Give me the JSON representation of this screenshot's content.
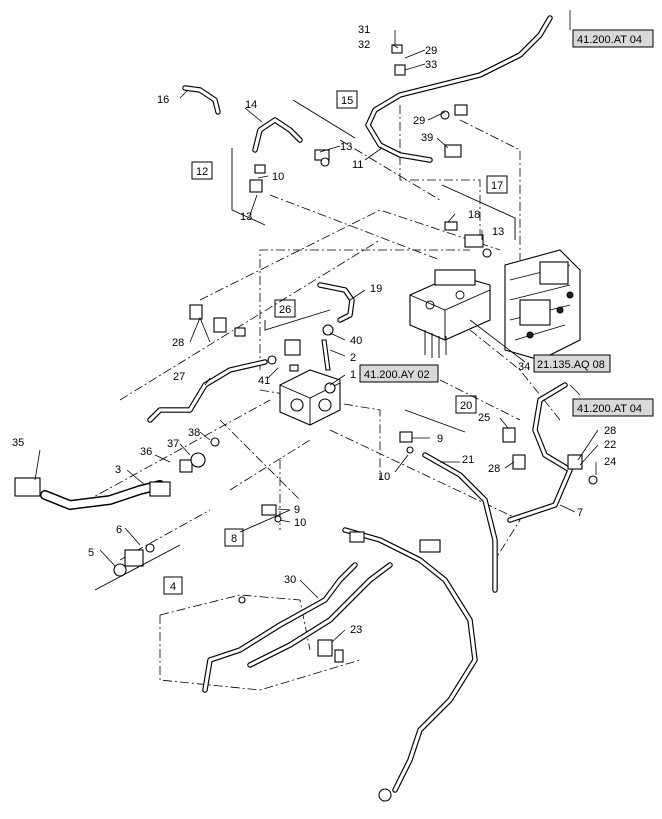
{
  "callouts": {
    "c1": "1",
    "c2": "2",
    "c3": "3",
    "c4": "4",
    "c5": "5",
    "c6": "6",
    "c7": "7",
    "c8": "8",
    "c9a": "9",
    "c9b": "9",
    "c10a": "10",
    "c10b": "10",
    "c10c": "10",
    "c11": "11",
    "c12": "12",
    "c13a": "13",
    "c13b": "13",
    "c13c": "13",
    "c14": "14",
    "c15": "15",
    "c16": "16",
    "c17": "17",
    "c18": "18",
    "c19": "19",
    "c20": "20",
    "c21": "21",
    "c22": "22",
    "c23": "23",
    "c24": "24",
    "c25": "25",
    "c26": "26",
    "c27": "27",
    "c28a": "28",
    "c28b": "28",
    "c28c": "28",
    "c29a": "29",
    "c29b": "29",
    "c30": "30",
    "c31": "31",
    "c32": "32",
    "c33": "33",
    "c34": "34",
    "c35": "35",
    "c36": "36",
    "c37": "37",
    "c38": "38",
    "c39": "39",
    "c40": "40",
    "c41": "41"
  },
  "references": {
    "r1": "41.200.AT 04",
    "r2": "41.200.AY 02",
    "r3": "21.135.AQ 08",
    "r4": "41.200.AT 04"
  }
}
